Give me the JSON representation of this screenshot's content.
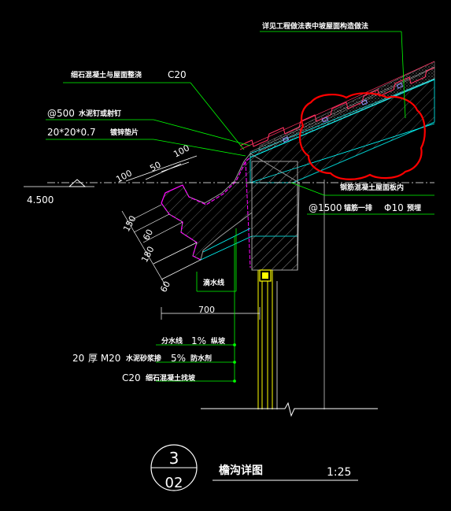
{
  "notes": {
    "top_right": "详见工程做法表中坡屋面构造做法",
    "fine_concrete": "细石混凝土与屋面整浇",
    "c20_top": "C20",
    "nail_spacing": "@500",
    "nail": "水泥钉或射钉",
    "pad_size": "20*20*0.7",
    "pad": "镀锌垫片",
    "level": "4.500",
    "rc_roof_panel": "钢筋混凝土屋面板内",
    "anchor_spacing": "@1500",
    "anchor": "锚筋一排",
    "rebar": "Φ10",
    "embed": "预埋",
    "drip": "滴水线",
    "slope_line": "分水线",
    "slope_pct": "1%",
    "slope_word": "纵坡",
    "mortar_thk": "20",
    "mortar_grade": "厚 M20",
    "mortar": "水泥砂浆掺",
    "waterproof_pct": "5%",
    "waterproof": "防水剂",
    "c20_bottom": "C20",
    "fine_concrete_slope": "细石混凝土找坡"
  },
  "dimensions": {
    "d100_left": "100",
    "d50": "50",
    "d100_top": "100",
    "d150": "150",
    "d60_a": "60",
    "d180": "180",
    "d60_b": "60",
    "d700": "700"
  },
  "title_block": {
    "detail_no": "3",
    "sheet_no": "02",
    "title": "檐沟详图",
    "scale": "1:25"
  },
  "colors": {
    "background": "#000000",
    "text": "#ffffff",
    "leader": "#00ff00",
    "gutter_hatch": "#ff00ff",
    "concrete": "#a0a0a0",
    "wall_post": "#ffff00",
    "roof_tile": "#ff3060",
    "cloud_markup": "#ff0000",
    "membrane": "#00ffff"
  }
}
